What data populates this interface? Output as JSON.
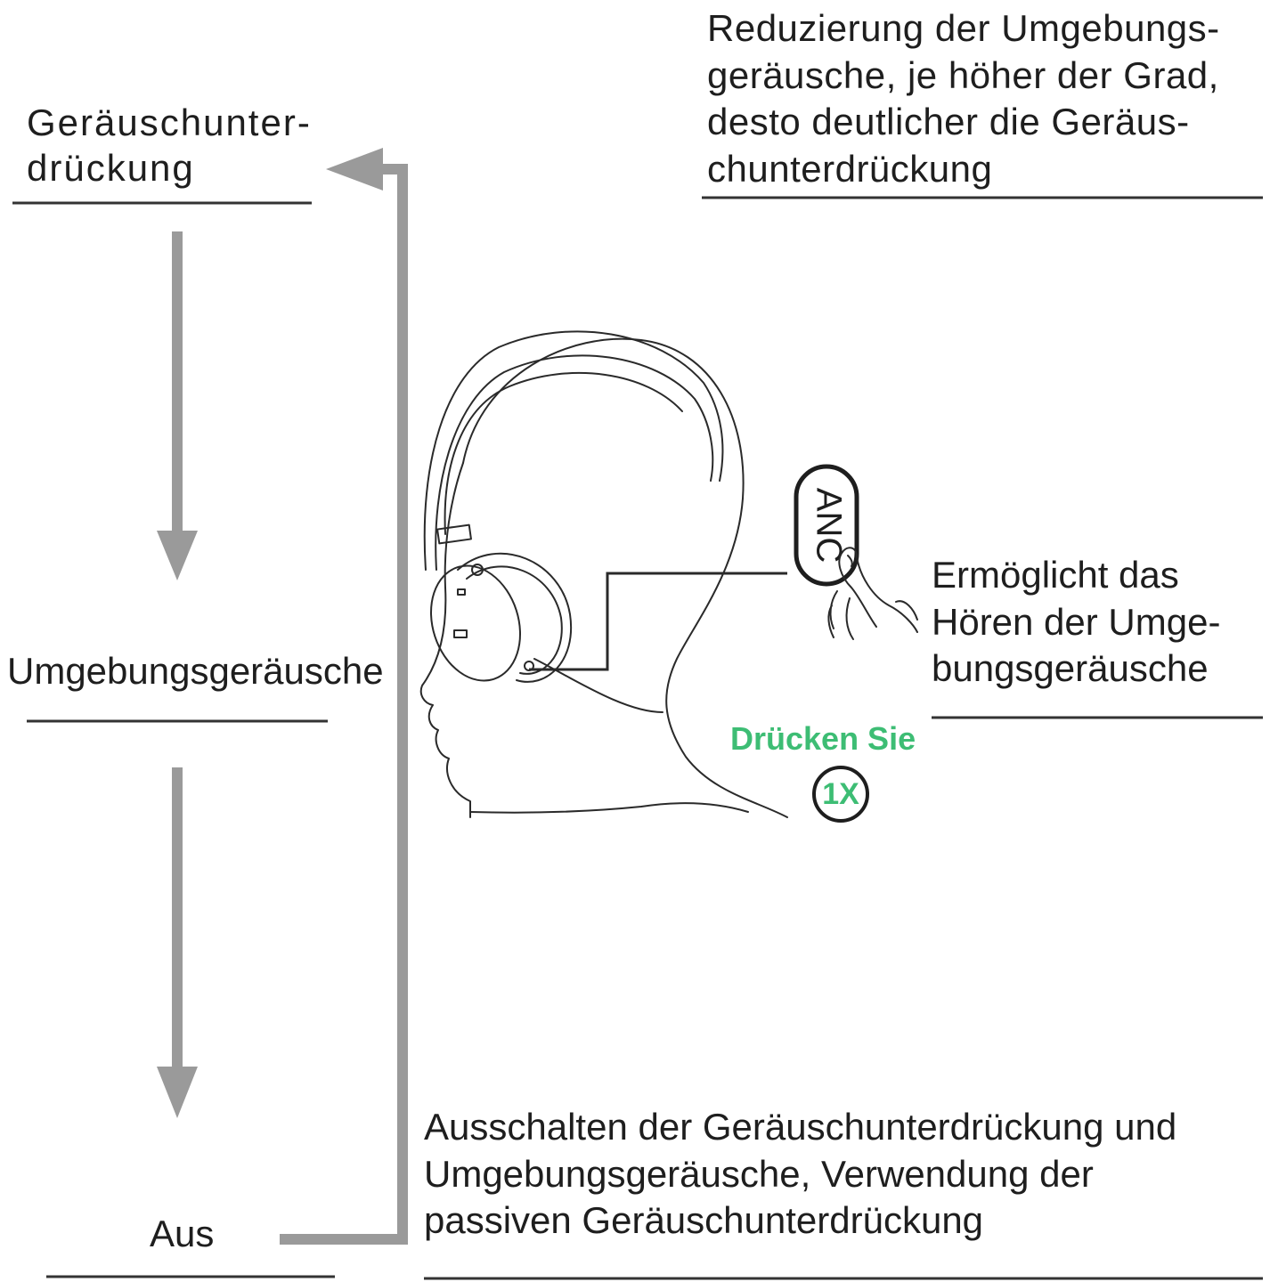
{
  "modes": {
    "noise_cancelling": "Geräuschunter-\ndrückung",
    "ambient": "Umgebungsgeräusche",
    "off": "Aus"
  },
  "descriptions": {
    "noise_cancelling": "Reduzierung der Umgebungs-\ngeräusche, je höher der Grad,\ndesto deutlicher die Geräus-\nchunterdrückung",
    "ambient": "Ermöglicht das\nHören der Umge-\nbungsgeräusche",
    "off": "Ausschalten der Geräuschunterdrückung und\nUmgebungsgeräusche, Verwendung der\npassiven Geräuschunterdrückung"
  },
  "button": {
    "label": "ANC",
    "press_text": "Drücken Sie",
    "press_count": "1X"
  },
  "colors": {
    "arrow": "#9a9a9a",
    "line": "#333333",
    "accent": "#3dbd74"
  },
  "icons": {
    "head": "head-with-headphones-icon",
    "finger": "pressing-finger-icon"
  }
}
